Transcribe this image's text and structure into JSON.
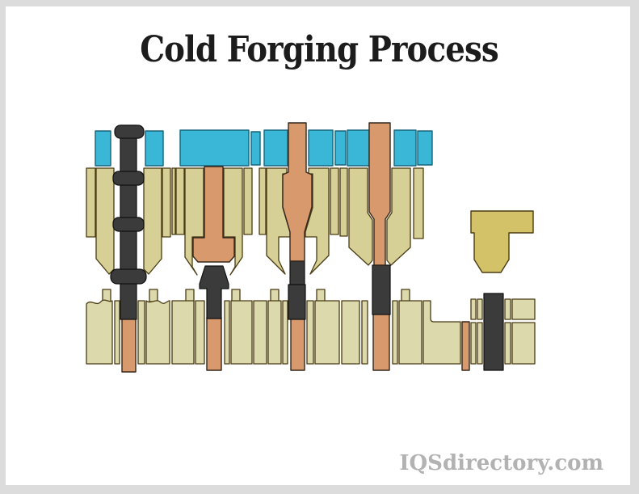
{
  "page": {
    "title": "Cold Forging Process",
    "watermark": "IQSdirectory.com"
  },
  "colors": {
    "frame_gray": "#dcdcdc",
    "background": "#ffffff",
    "title_color": "#1c1c1c",
    "watermark_color": "#b2b2b2",
    "punch_holder_blue": "#3ab6d7",
    "blue_outline": "#16657c",
    "upper_die_tan": "#d6d096",
    "lower_die_tan": "#dcd9ad",
    "outline": "#4a3b14",
    "punch_copper": "#d89a6c",
    "copper_outline": "#33271c",
    "workpiece_dark": "#3b3b3b",
    "workpiece_outline": "#101010",
    "finished_part_gold": "#d3c268"
  },
  "diagram": {
    "stations": [
      {
        "name": "stage-1-blank-rod-with-collars"
      },
      {
        "name": "stage-2-heading-punch-and-die"
      },
      {
        "name": "stage-3-preform-punch-and-die"
      },
      {
        "name": "stage-4-finish-punch-and-die"
      },
      {
        "name": "stage-5-finished-part-and-ejection"
      }
    ]
  }
}
